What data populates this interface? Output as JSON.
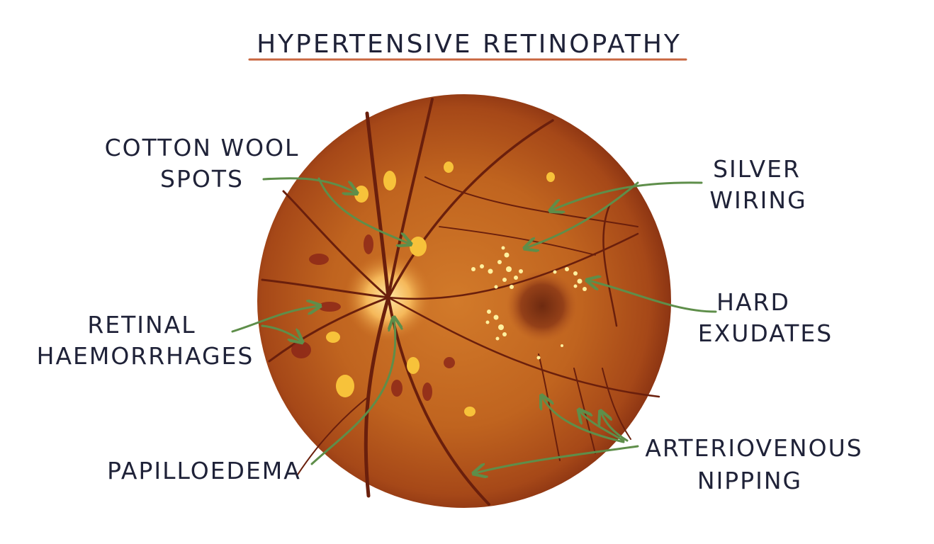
{
  "title": "HYPERTENSIVE RETINOPATHY",
  "colors": {
    "underline": "#c8663f",
    "arrow": "#5e8e4a",
    "text": "#1f2238",
    "fundus_outer": "#8a3214",
    "fundus_inner": "#c76a22",
    "vessel": "#6a1f0c",
    "exudate": "#fff1a0",
    "cotton_wool": "#f7c23a",
    "haemorrhage": "#8a2418",
    "disc": "#ffd37a"
  },
  "labels": {
    "cotton_wool_1": "COTTON WOOL",
    "cotton_wool_2": "SPOTS",
    "silver_1": "SILVER",
    "silver_2": "WIRING",
    "retinal_1": "RETINAL",
    "retinal_2": "HAEMORRHAGES",
    "hard_1": "HARD",
    "hard_2": "EXUDATES",
    "papilloedema": "PAPILLOEDEMA",
    "av_1": "ARTERIOVENOUS",
    "av_2": "NIPPING"
  }
}
